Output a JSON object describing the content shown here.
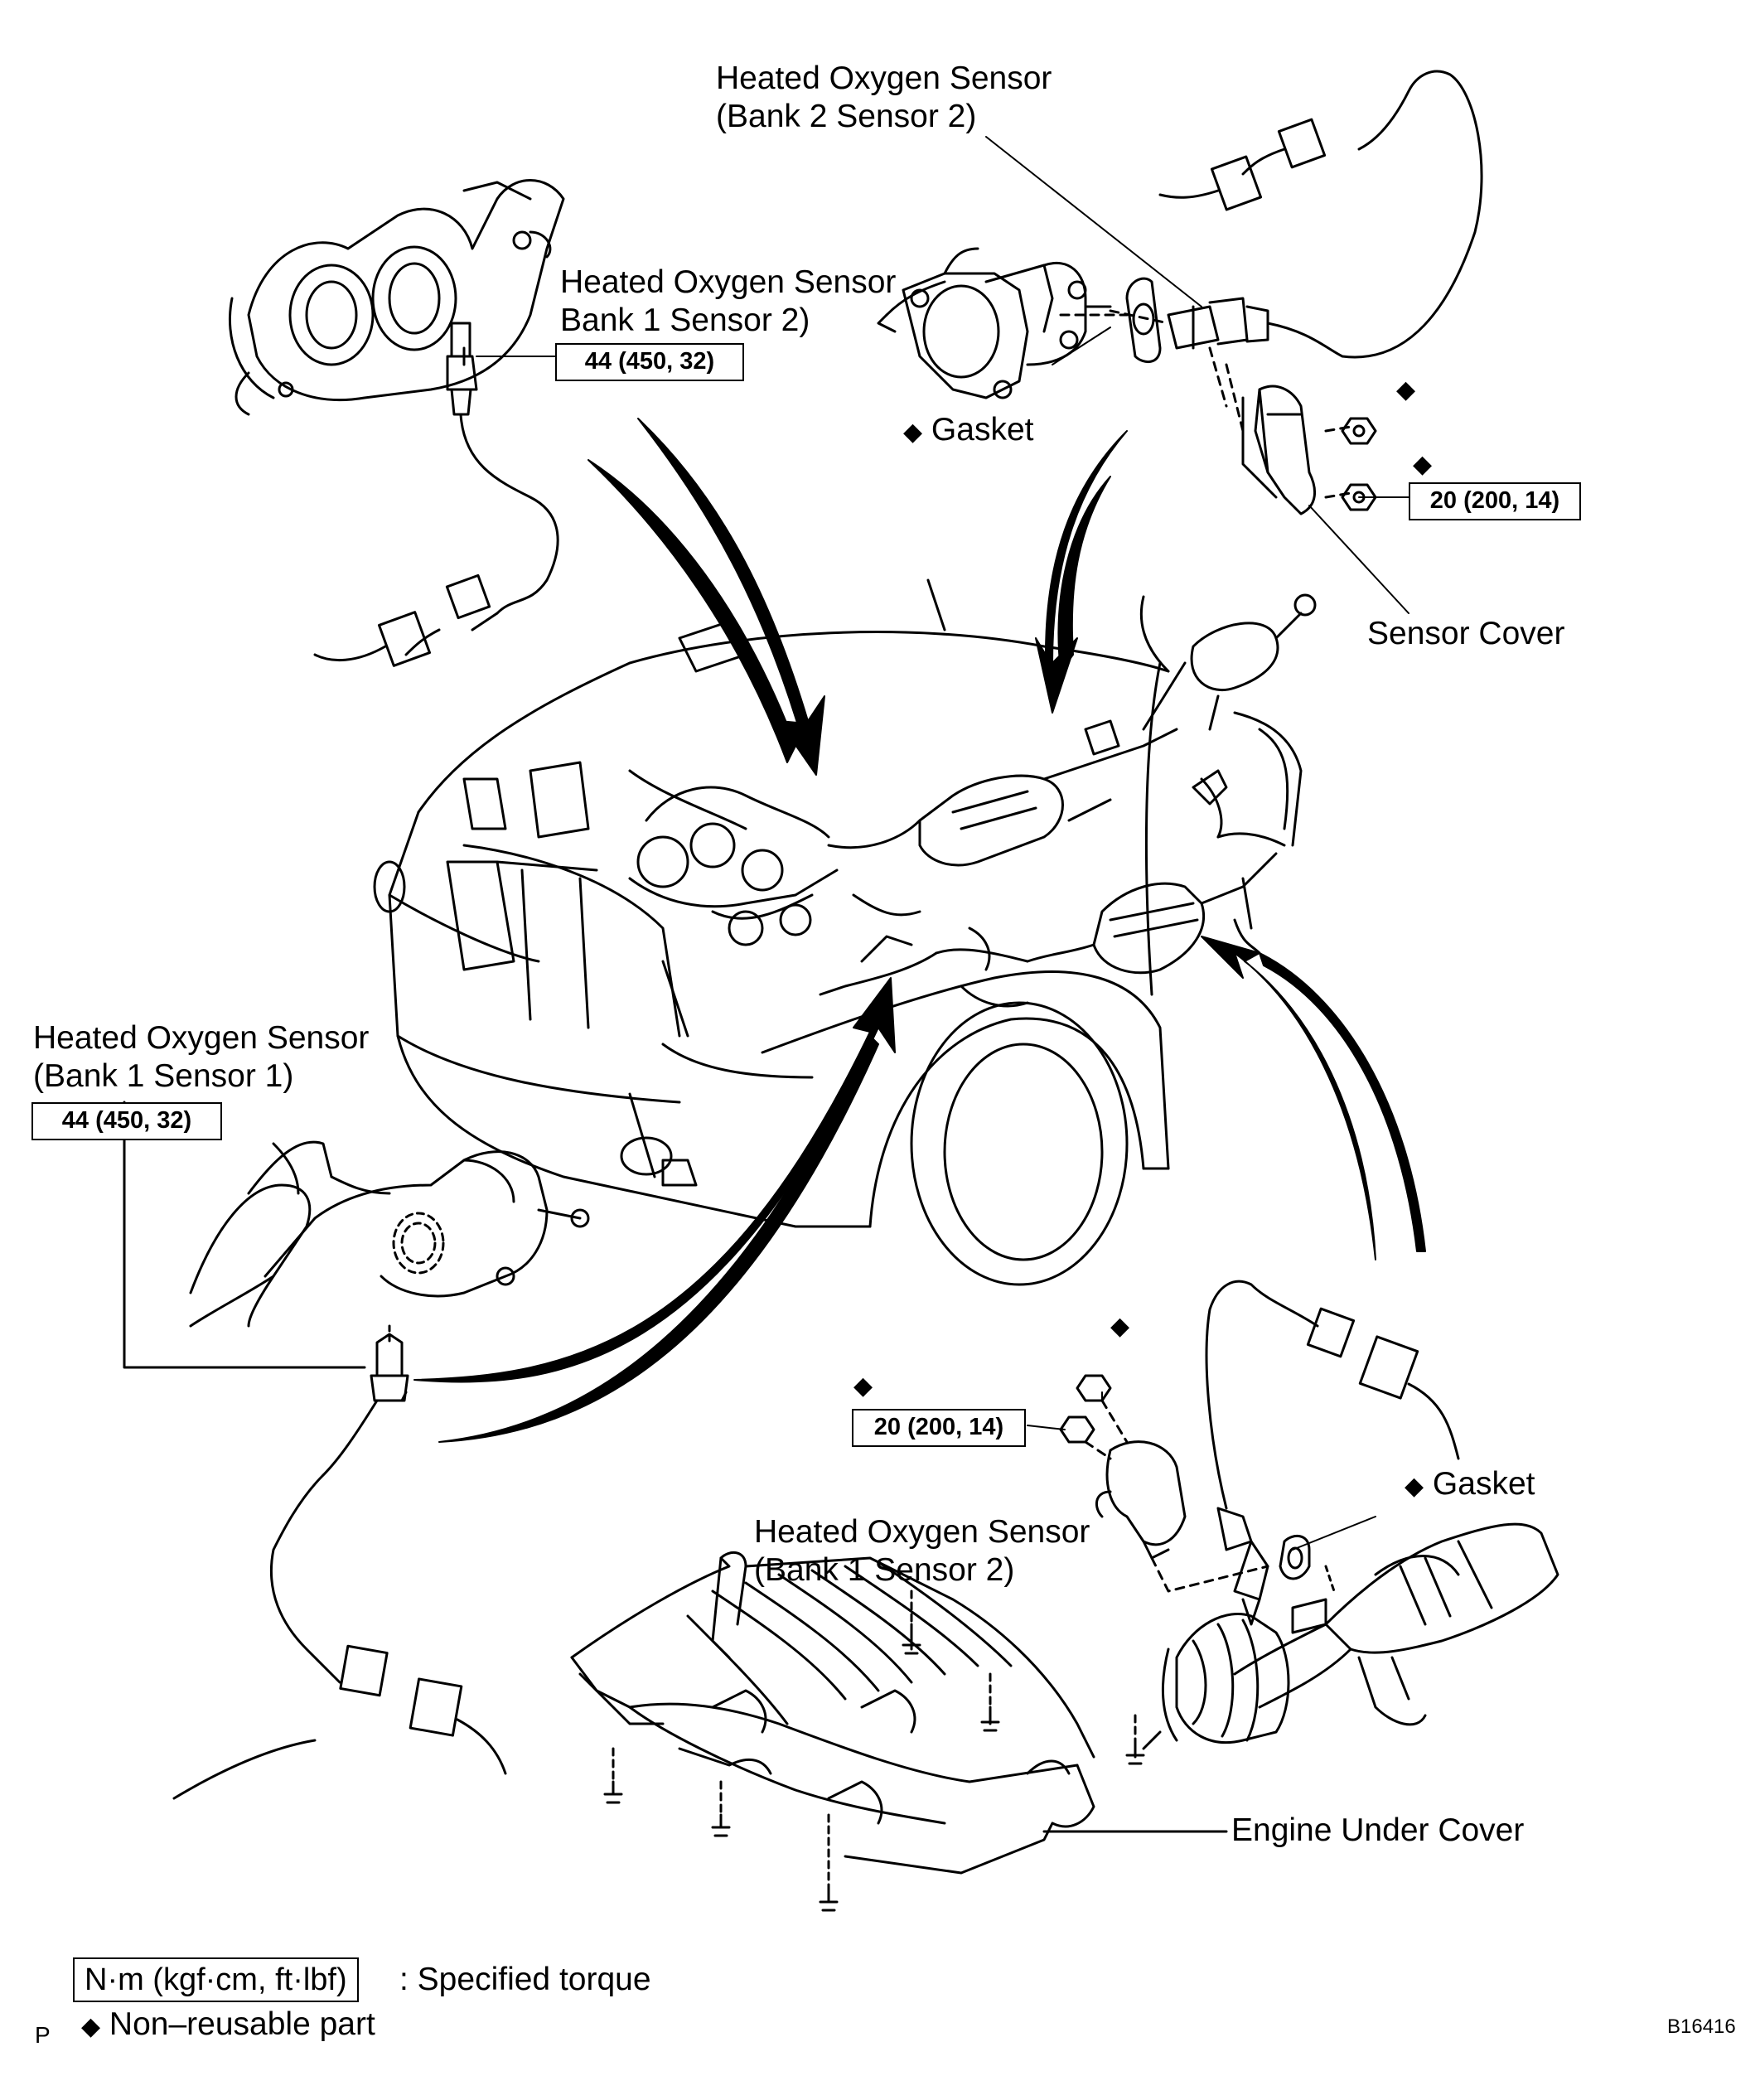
{
  "labels": {
    "b2s2_line1": "Heated Oxygen Sensor",
    "b2s2_line2": "(Bank 2 Sensor 2)",
    "b1s2_top_line1": "Heated Oxygen Sensor",
    "b1s2_top_line2": "Bank 1 Sensor 2)",
    "gasket_top": "Gasket",
    "sensor_cover": "Sensor Cover",
    "b1s1_line1": "Heated Oxygen Sensor",
    "b1s1_line2": "(Bank 1 Sensor 1)",
    "gasket_bottom": "Gasket",
    "b1s2_bottom_line1": "Heated Oxygen Sensor",
    "b1s2_bottom_line2": "(Bank 1 Sensor 2)",
    "engine_under_cover": "Engine Under Cover"
  },
  "torques": {
    "b1s2_top": "44 (450, 32)",
    "sensor_cover_nut": "20 (200, 14)",
    "b1s1": "44 (450, 32)",
    "bottom_nut": "20 (200, 14)"
  },
  "symbols": {
    "diamond": "◆"
  },
  "legend": {
    "torque_units": "N·m (kgf·cm, ft·lbf)",
    "torque_desc": ": Specified torque",
    "nonreusable": "Non–reusable part"
  },
  "footer": {
    "left_mark": "P",
    "figure_id": "B16416"
  }
}
